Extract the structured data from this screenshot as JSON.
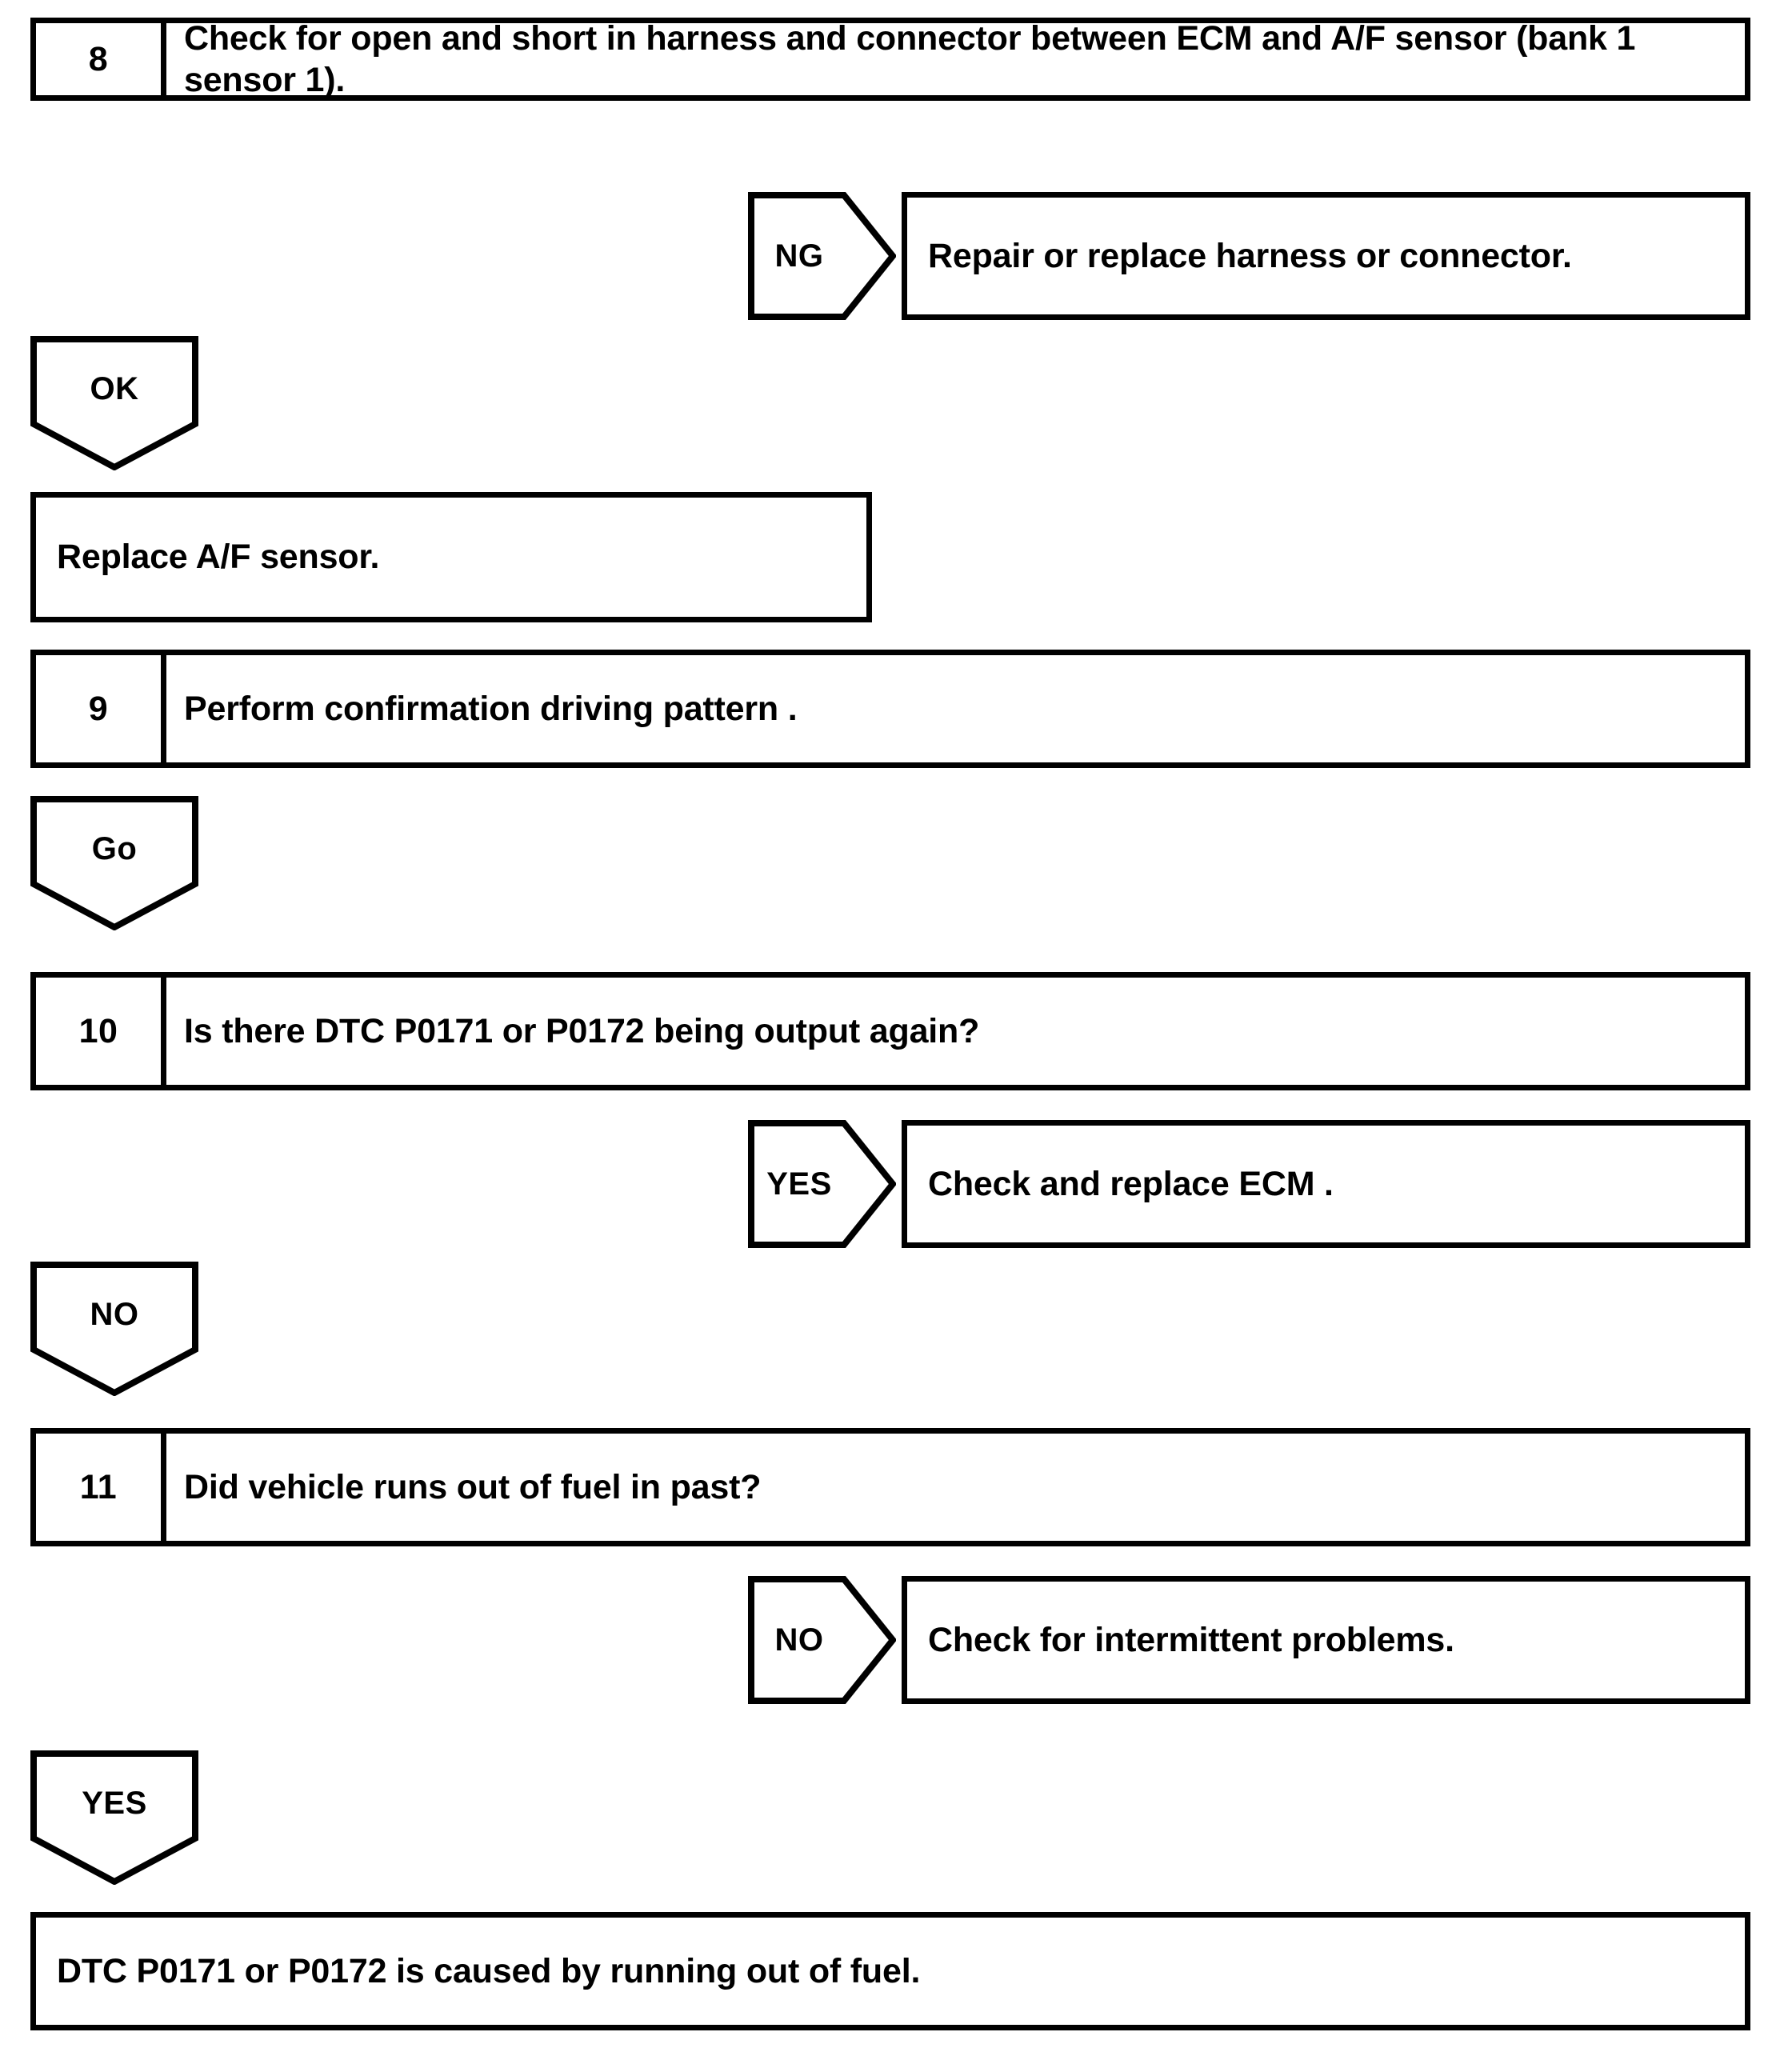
{
  "diagram": {
    "type": "diagnostic-troubleshooting-flowchart",
    "nodes": [
      {
        "id": "step-8",
        "kind": "numbered-step",
        "number": "8",
        "text": "Check for open and short in harness and connector between ECM and A/F sensor (bank 1 sensor 1)."
      },
      {
        "id": "branch-ng-1",
        "kind": "branch-right",
        "label": "NG",
        "result_text": "Repair or replace harness or connector."
      },
      {
        "id": "branch-ok-1",
        "kind": "branch-down",
        "label": "OK"
      },
      {
        "id": "action-replace-af-sensor",
        "kind": "statement",
        "text": "Replace A/F sensor."
      },
      {
        "id": "step-9",
        "kind": "numbered-step",
        "number": "9",
        "text": "Perform confirmation driving pattern ."
      },
      {
        "id": "branch-go",
        "kind": "branch-down",
        "label": "Go"
      },
      {
        "id": "step-10",
        "kind": "numbered-step",
        "number": "10",
        "text": "Is there DTC P0171 or P0172 being output again?"
      },
      {
        "id": "branch-yes-1",
        "kind": "branch-right",
        "label": "YES",
        "result_text": "Check and replace ECM ."
      },
      {
        "id": "branch-no-1",
        "kind": "branch-down",
        "label": "NO"
      },
      {
        "id": "step-11",
        "kind": "numbered-step",
        "number": "11",
        "text": "Did vehicle runs out of fuel in past?"
      },
      {
        "id": "branch-no-2",
        "kind": "branch-right",
        "label": "NO",
        "result_text": "Check for intermittent problems."
      },
      {
        "id": "branch-yes-2",
        "kind": "branch-down",
        "label": "YES"
      },
      {
        "id": "conclusion",
        "kind": "statement",
        "text": "DTC P0171 or P0172 is caused by running out of fuel."
      }
    ]
  },
  "colors": {
    "line": "#000000",
    "background": "#ffffff",
    "text": "#000000"
  }
}
